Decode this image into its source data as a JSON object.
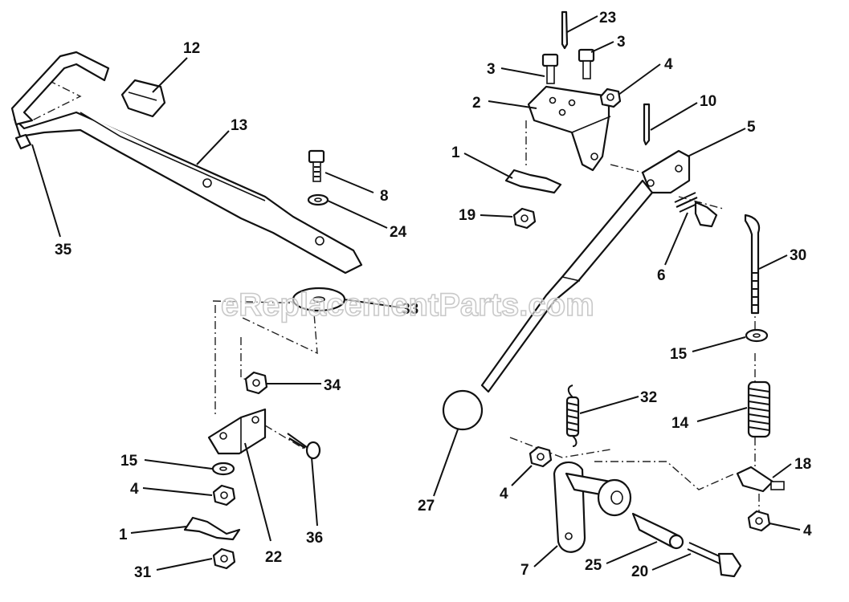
{
  "watermark": "eReplacementParts.com",
  "callouts": {
    "p1_top": "1",
    "p1_bottom": "1",
    "p2": "2",
    "p3_left": "3",
    "p3_right": "3",
    "p4_nut_top": "4",
    "p4_left": "4",
    "p4_mid": "4",
    "p4_right": "4",
    "p5": "5",
    "p6": "6",
    "p7": "7",
    "p8": "8",
    "p10": "10",
    "p12": "12",
    "p13": "13",
    "p14": "14",
    "p15_left": "15",
    "p15_right": "15",
    "p18": "18",
    "p19": "19",
    "p20": "20",
    "p22": "22",
    "p23": "23",
    "p24": "24",
    "p25": "25",
    "p27": "27",
    "p30": "30",
    "p31": "31",
    "p32": "32",
    "p33": "33",
    "p34": "34",
    "p35": "35",
    "p36": "36"
  }
}
